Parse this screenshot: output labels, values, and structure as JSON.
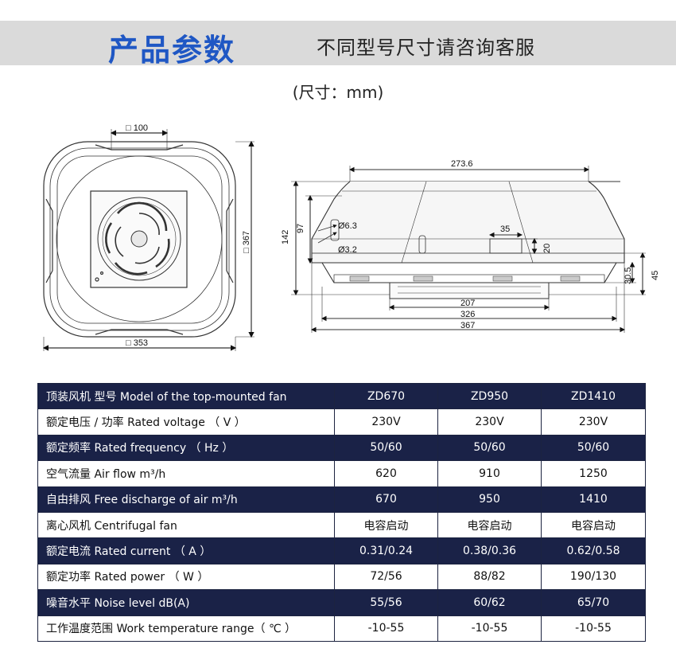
{
  "header": {
    "title": "产品参数",
    "subtitle": "不同型号尺寸请咨询客服"
  },
  "units_note": "(尺寸：mm)",
  "drawing": {
    "top_view": {
      "dim_top": "□ 100",
      "dim_right": "□ 367",
      "dim_bottom": "□ 353"
    },
    "side_view": {
      "dim_width_top": "273.6",
      "dim_height_total": "142",
      "dim_height_upper": "97",
      "hole_large": "Ø6.3",
      "hole_small": "Ø3.2",
      "dim_bracket_w": "35",
      "dim_bracket_h": "20",
      "dim_right_upper": "30.5",
      "dim_right_lower": "45",
      "dim_bottom_1": "207",
      "dim_bottom_2": "326",
      "dim_bottom_3": "367"
    }
  },
  "table": {
    "header": {
      "label": "顶装风机 型号 Model of the top-mounted fan",
      "models": [
        "ZD670",
        "ZD950",
        "ZD1410"
      ]
    },
    "rows": [
      {
        "label": "额定电压 / 功率 Rated voltage （ V ）",
        "values": [
          "230V",
          "230V",
          "230V"
        ]
      },
      {
        "label": "额定频率 Rated frequency （ Hz ）",
        "values": [
          "50/60",
          "50/60",
          "50/60"
        ]
      },
      {
        "label": "空气流量 Air flow m³/h",
        "values": [
          "620",
          "910",
          "1250"
        ]
      },
      {
        "label": "自由排风 Free discharge of air m³/h",
        "values": [
          "670",
          "950",
          "1410"
        ]
      },
      {
        "label": "离心风机 Centrifugal fan",
        "values": [
          "电容启动",
          "电容启动",
          "电容启动"
        ]
      },
      {
        "label": "额定电流 Rated current （ A ）",
        "values": [
          "0.31/0.24",
          "0.38/0.36",
          "0.62/0.58"
        ]
      },
      {
        "label": "额定功率 Rated power （ W ）",
        "values": [
          "72/56",
          "88/82",
          "190/130"
        ]
      },
      {
        "label": "噪音水平 Noise level dB(A)",
        "values": [
          "55/56",
          "60/62",
          "65/70"
        ]
      },
      {
        "label": "工作温度范围 Work temperature range（ ℃ ）",
        "values": [
          "-10-55",
          "-10-55",
          "-10-55"
        ]
      }
    ]
  }
}
